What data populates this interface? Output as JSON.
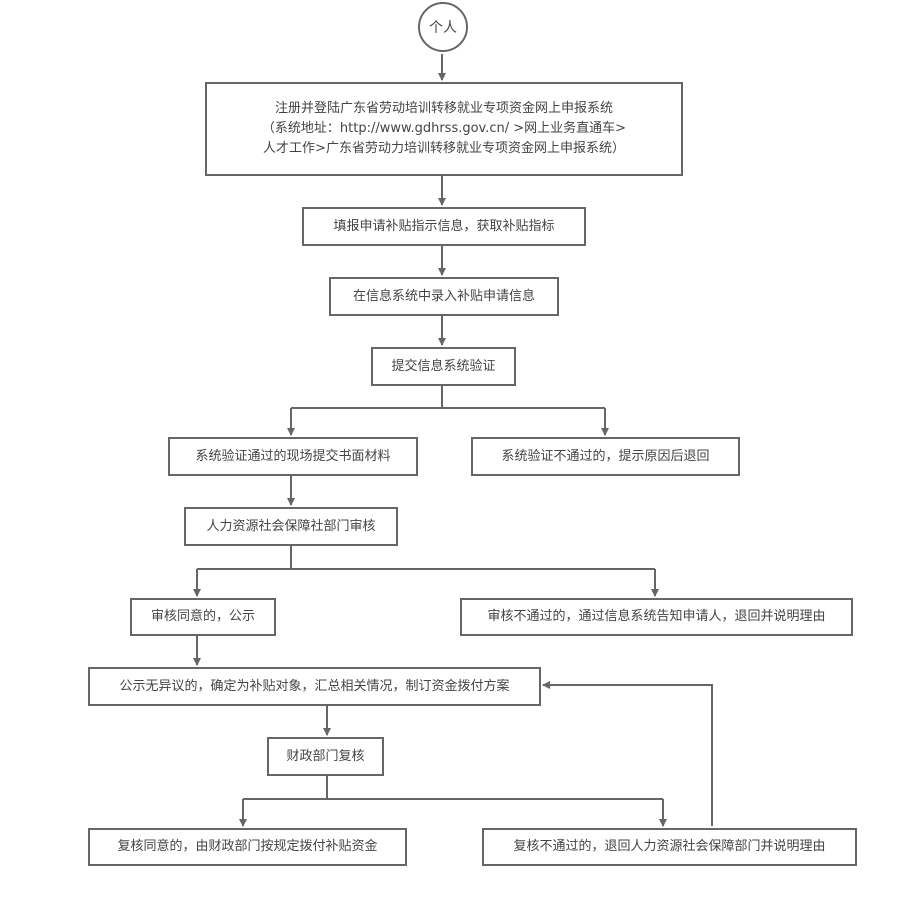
{
  "start": "个人",
  "nodes": {
    "register": [
      "注册并登陆广东省劳动培训转移就业专项资金网上申报系统",
      "（系统地址：http://www.gdhrss.gov.cn/ >网上业务直通车>",
      "人才工作>广东省劳动力培训转移就业专项资金网上申报系统）"
    ],
    "fill_indicator": "填报申请补贴指示信息，获取补贴指标",
    "enter_info": "在信息系统中录入补贴申请信息",
    "submit_verify": "提交信息系统验证",
    "verify_pass": "系统验证通过的现场提交书面材料",
    "verify_fail": "系统验证不通过的，提示原因后退回",
    "hr_review": "人力资源社会保障社部门审核",
    "review_pass": "审核同意的，公示",
    "review_fail": "审核不通过的，通过信息系统告知申请人，退回并说明理由",
    "publicity": "公示无异议的，确定为补贴对象，汇总相关情况，制订资金拨付方案",
    "finance_review": "财政部门复核",
    "recheck_pass": "复核同意的，由财政部门按规定拨付补贴资金",
    "recheck_fail": "复核不通过的，退回人力资源社会保障部门并说明理由"
  }
}
